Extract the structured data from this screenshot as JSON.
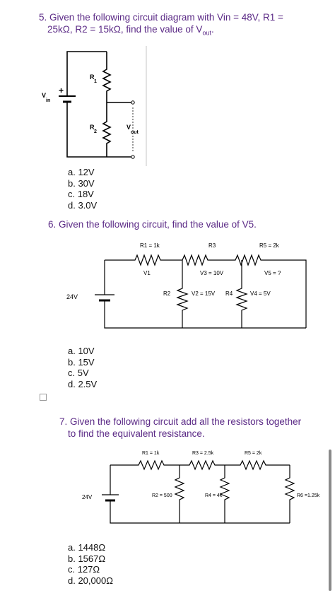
{
  "q5": {
    "text_line1": "5. Given the following circuit diagram with Vin = 48V, R1 =",
    "text_line2_a": "25kΩ, R2 = 15kΩ, find the value of V",
    "text_line2_sub": "out",
    "text_line2_end": ".",
    "labels": {
      "vin_v": "V",
      "vin_sub": "in",
      "r1": "R",
      "r1_sub": "1",
      "r2": "R",
      "r2_sub": "2",
      "vout_v": "V",
      "vout_sub": "out",
      "plus": "+"
    },
    "options": [
      "a. 12V",
      "b. 30V",
      "c. 18V",
      "d. 3.0V"
    ]
  },
  "q6": {
    "text": "6. Given the following circuit, find the value of V5.",
    "labels": {
      "r1": "R1 = 1k",
      "r3": "R3",
      "r5": "R5 = 2k",
      "v1": "V1",
      "v3": "V3 = 10V",
      "v5": "V5 = ?",
      "src": "24V",
      "r2": "R2",
      "v2": "V2 = 15V",
      "r4": "R4",
      "v4": "V4 = 5V"
    },
    "options": [
      "a. 10V",
      "b. 15V",
      "c. 5V",
      "d. 2.5V"
    ]
  },
  "q7": {
    "text_line1": "7. Given the following circuit add all the resistors together",
    "text_line2": "to find the equivalent resistance.",
    "labels": {
      "r1": "R1 = 1k",
      "r3": "R3 = 2.5k",
      "r5": "R5 = 2k",
      "src": "24V",
      "r2": "R2 = 500",
      "r4": "R4 = 4k",
      "r6": "R6 =1.25k"
    },
    "options": [
      "a. 1448Ω",
      "b. 1567Ω",
      "c. 127Ω",
      "d. 20,000Ω"
    ]
  }
}
